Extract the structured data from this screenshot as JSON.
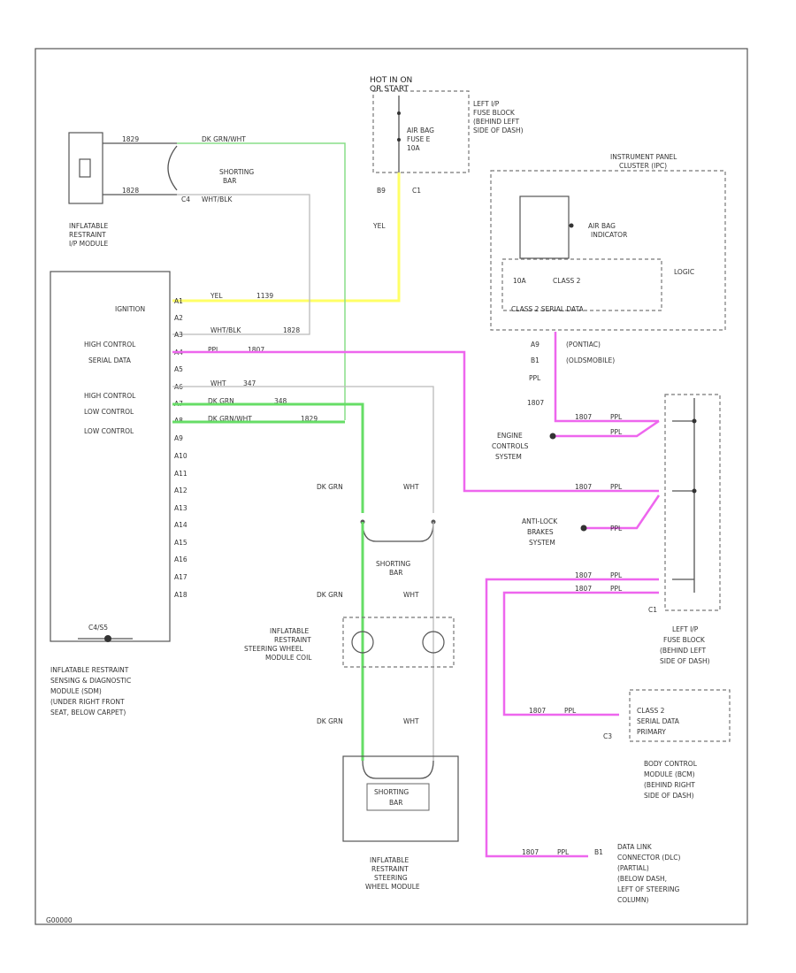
{
  "labels": {
    "hot_in_on": [
      "HOT IN ON",
      "OR START"
    ],
    "fuse_block_top": [
      "LEFT I/P",
      "FUSE BLOCK",
      "(BEHIND LEFT",
      "SIDE OF DASH)"
    ],
    "fuse_inner": [
      "AIR BAG",
      "FUSE E",
      "10A"
    ],
    "fuse_pins": [
      "B9",
      "C1"
    ],
    "yel": "YEL",
    "ipc": [
      "INSTRUMENT PANEL",
      "CLUSTER (IPC)"
    ],
    "airbag_indicator": [
      "AIR BAG",
      "INDICATOR"
    ],
    "logic": "LOGIC",
    "class2_inner": [
      "10A",
      "CLASS 2"
    ],
    "class2_serial": "CLASS 2 SERIAL DATA",
    "ipc_pins": [
      "A9",
      "B1",
      "PPL",
      "1807"
    ],
    "ipc_pin_notes": [
      "(PONTIAC)",
      "(OLDSMOBILE)"
    ],
    "ip_module": [
      "INFLATABLE",
      "RESTRAINT",
      "I/P MODULE"
    ],
    "ip_module_wires": [
      "1829",
      "DK GRN/WHT",
      "SHORTING",
      "BAR",
      "1828",
      "C4",
      "WHT/BLK"
    ],
    "sdm_pins": [
      "IGNITION",
      "HIGH CONTROL",
      "SERIAL DATA",
      "HIGH CONTROL",
      "LOW CONTROL",
      "LOW CONTROL"
    ],
    "sdm_pin_ids": [
      "A1",
      "A2",
      "A3",
      "A4",
      "A5",
      "A6",
      "A7",
      "A8",
      "A9",
      "A10",
      "A11",
      "A12",
      "A13",
      "A14",
      "A15",
      "A16",
      "A17",
      "A18"
    ],
    "sdm_wires": [
      "YEL",
      "1139",
      "WHT/BLK",
      "1828",
      "PPL",
      "1807",
      "WHT",
      "347",
      "DK GRN",
      "348",
      "DK GRN/WHT",
      "1829"
    ],
    "sdm_ground": "C4/S5",
    "sdm_title": [
      "INFLATABLE RESTRAINT",
      "SENSING & DIAGNOSTIC",
      "MODULE (SDM)",
      "(UNDER RIGHT FRONT",
      "SEAT, BELOW CARPET)"
    ],
    "coil_wires_top": [
      "DK GRN",
      "WHT"
    ],
    "coil_shorting": [
      "SHORTING",
      "BAR"
    ],
    "coil_wires_mid": [
      "DK GRN",
      "WHT"
    ],
    "coil_title": [
      "INFLATABLE",
      "RESTRAINT",
      "STEERING WHEEL",
      "MODULE COIL"
    ],
    "coil_wires_bot": [
      "DK GRN",
      "WHT"
    ],
    "sw_module_shorting": [
      "SHORTING",
      "BAR"
    ],
    "sw_module_title": [
      "INFLATABLE",
      "RESTRAINT",
      "STEERING",
      "WHEEL MODULE"
    ],
    "engine_controls": [
      "ENGINE",
      "CONTROLS",
      "SYSTEM"
    ],
    "abs": [
      "ANTI-LOCK",
      "BRAKES",
      "SYSTEM"
    ],
    "ppl_labels": [
      "1807",
      "PPL"
    ],
    "fuse_block_right": [
      "LEFT I/P",
      "FUSE BLOCK",
      "(BEHIND LEFT",
      "SIDE OF DASH)"
    ],
    "fuse_block_right_pin": "C1",
    "bcm_inner": [
      "CLASS 2",
      "SERIAL DATA",
      "PRIMARY"
    ],
    "bcm_pin": "C3",
    "bcm_title": [
      "BODY CONTROL",
      "MODULE (BCM)",
      "(BEHIND RIGHT",
      "SIDE OF DASH)"
    ],
    "dlc_title": [
      "DATA LINK",
      "CONNECTOR (DLC)",
      "(PARTIAL)",
      "(BELOW DASH,",
      "LEFT OF STEERING",
      "COLUMN)"
    ],
    "dlc_pin": "B1",
    "footer": "G00000"
  },
  "colors": {
    "yellow_wire": "#ffff66",
    "green_wire": "#66dd66",
    "purple_wire": "#ee66ee",
    "gray_wire": "#bbbbbb"
  }
}
